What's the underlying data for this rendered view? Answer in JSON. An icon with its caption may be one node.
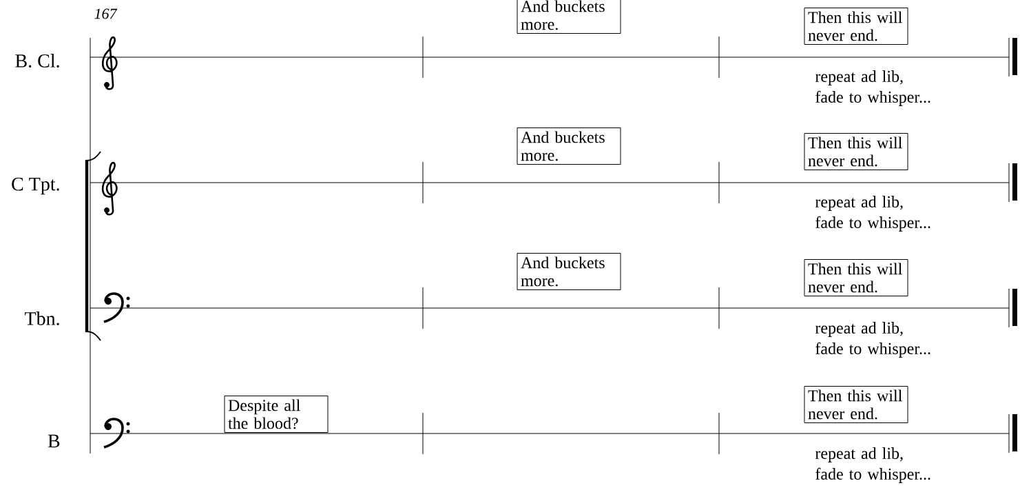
{
  "diagram": {
    "nodes": [
      {
        "text": [
          "And buckets more."
        ]
      },
      {
        "text": [
          "Then this will never end."
        ]
      },
      {
        "text": [
          "And buckets more."
        ]
      },
      {
        "text": [
          "Then this will never end."
        ]
      },
      {
        "text": [
          "And buckets more."
        ]
      },
      {
        "text": [
          "Then this will never end."
        ]
      },
      {
        "text": [
          "Despite all the blood?"
        ]
      },
      {
        "text": [
          "Then this will never end."
        ]
      }
    ],
    "labels": [
      "167",
      "B. Cl.",
      "repeat ad lib, fade to whisper...",
      "C Tpt.",
      "repeat ad lib, fade to whisper...",
      "Tbn.",
      "repeat ad lib, fade to whisper...",
      "B",
      "repeat ad lib, fade to whisper..."
    ]
  }
}
